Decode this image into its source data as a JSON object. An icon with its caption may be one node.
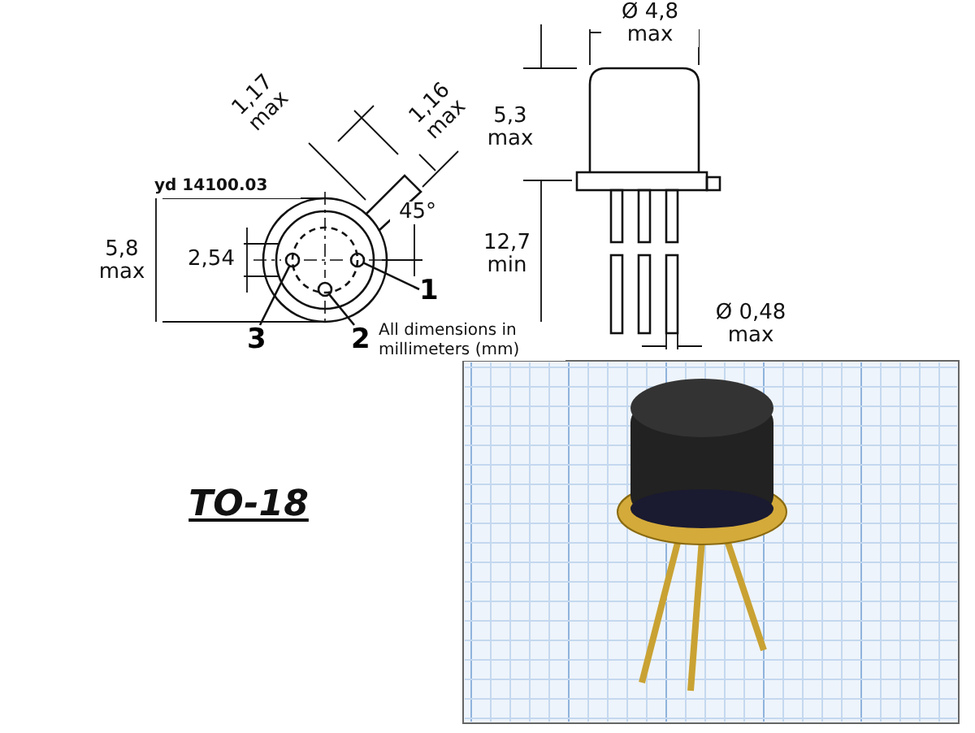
{
  "diagram": {
    "nodes": [
      {
        "text": [
          "1"
        ]
      },
      {
        "text": [
          "2"
        ]
      },
      {
        "text": [
          "3"
        ]
      },
      {
        "text": [],
        "shape": "circle"
      },
      {
        "text": [],
        "shape": "circle"
      },
      {
        "text": [],
        "shape": "circle"
      }
    ],
    "edges": [
      {
        "from": 0,
        "to": 3,
        "arrow": "none"
      },
      {
        "from": 1,
        "to": 4,
        "arrow": "none"
      },
      {
        "from": 2,
        "to": 5,
        "arrow": "none"
      }
    ],
    "labels": [
      "Ø 4,8 max",
      "1,17 max",
      "1,16 max",
      "yd 14100.03",
      "5,3 max",
      "45°",
      "5,8 max",
      "2,54",
      "12,7 min",
      "Ø 0,48 max",
      "All dimensions in millimeters (mm)",
      "TO-18"
    ]
  }
}
